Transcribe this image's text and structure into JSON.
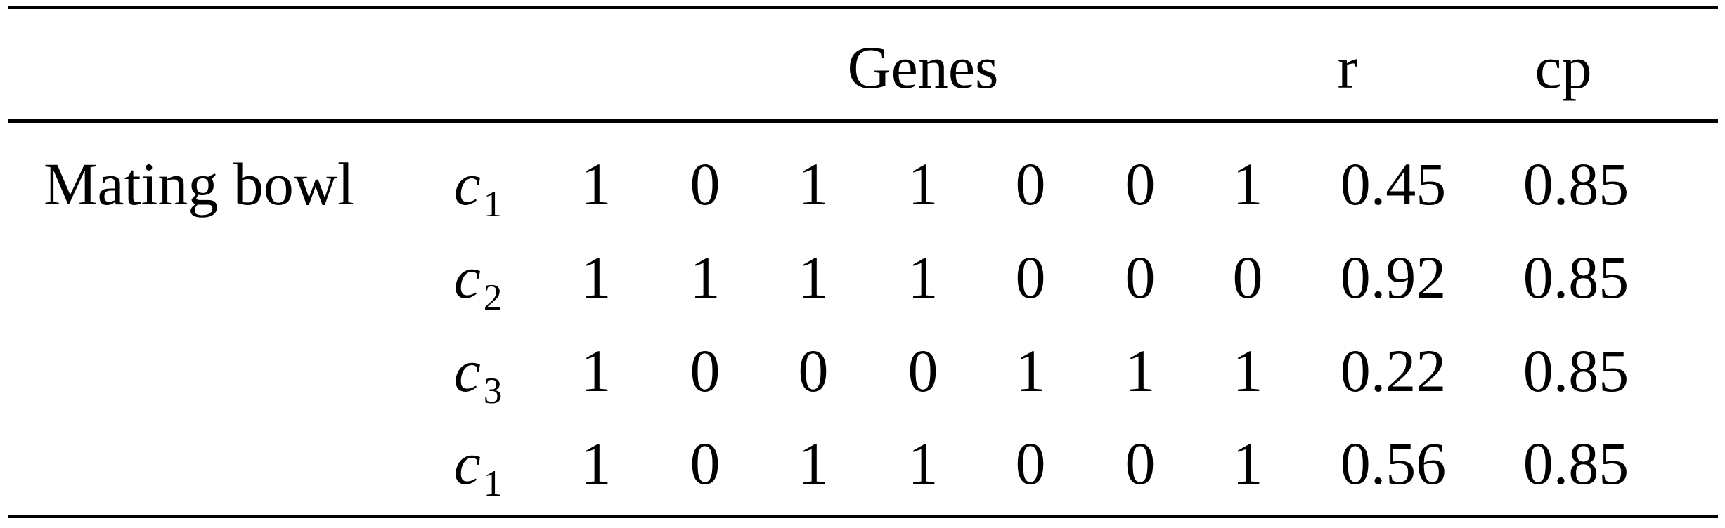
{
  "header": {
    "genes": "Genes",
    "r": "r",
    "cp": "cp"
  },
  "group_label": "Mating bowl",
  "rows": [
    {
      "chrom_letter": "c",
      "chrom_index": "1",
      "genes": [
        "1",
        "0",
        "1",
        "1",
        "0",
        "0",
        "1"
      ],
      "r": "0.45",
      "cp": "0.85"
    },
    {
      "chrom_letter": "c",
      "chrom_index": "2",
      "genes": [
        "1",
        "1",
        "1",
        "1",
        "0",
        "0",
        "0"
      ],
      "r": "0.92",
      "cp": "0.85"
    },
    {
      "chrom_letter": "c",
      "chrom_index": "3",
      "genes": [
        "1",
        "0",
        "0",
        "0",
        "1",
        "1",
        "1"
      ],
      "r": "0.22",
      "cp": "0.85"
    },
    {
      "chrom_letter": "c",
      "chrom_index": "1",
      "genes": [
        "1",
        "0",
        "1",
        "1",
        "0",
        "0",
        "1"
      ],
      "r": "0.56",
      "cp": "0.85"
    }
  ]
}
